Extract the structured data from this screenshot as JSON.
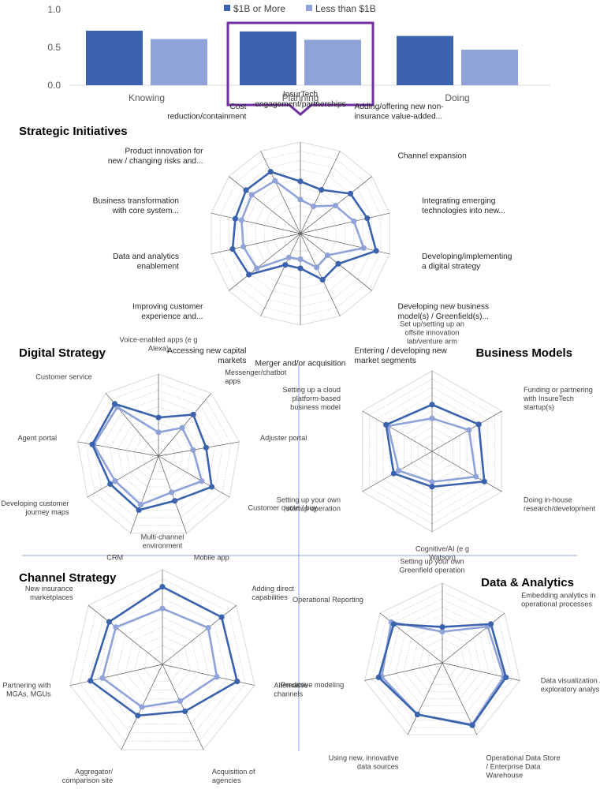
{
  "colors": {
    "large": "#3a62ad",
    "small": "#8fa3d8",
    "highlight": "#7030a0",
    "grid": "#d0d0d0",
    "divider": "#8eaadb"
  },
  "chart_data": [
    {
      "id": "top",
      "type": "bar",
      "categories": [
        "Knowing",
        "Planning",
        "Doing"
      ],
      "series": [
        {
          "name": "$1B or More",
          "values": [
            0.72,
            0.71,
            0.65
          ]
        },
        {
          "name": "Less than $1B",
          "values": [
            0.61,
            0.6,
            0.47
          ]
        }
      ],
      "yticks": [
        "0.0",
        "0.5",
        "1.0"
      ],
      "ylim": [
        0,
        1.0
      ],
      "highlight_category": "Planning",
      "legend": "top"
    },
    {
      "id": "strategic",
      "type": "radar",
      "title": "Strategic Initiatives",
      "categories": [
        [
          "InsurTech",
          "engagement/partnerships"
        ],
        [
          "Adding/offering new non-",
          "insurance value-added..."
        ],
        [
          "Channel expansion"
        ],
        [
          "Integrating emerging",
          "technologies into new..."
        ],
        [
          "Developing/implementing",
          "a digital strategy"
        ],
        [
          "Developing new business",
          "model(s) / Greenfield(s)..."
        ],
        [
          "Entering / developing new",
          "market segments"
        ],
        [
          "Merger and/or acquisition"
        ],
        [
          "Accessing new capital",
          "markets"
        ],
        [
          "Improving customer",
          "experience and..."
        ],
        [
          "Data and analytics",
          "enablement"
        ],
        [
          "Business transformation",
          "with core system..."
        ],
        [
          "Product innovation for",
          "new / changing risks and..."
        ],
        [
          "Cost",
          "reduction/containment"
        ]
      ],
      "series": [
        {
          "name": "$1B or More",
          "values": [
            0.57,
            0.53,
            0.7,
            0.75,
            0.85,
            0.53,
            0.56,
            0.38,
            0.38,
            0.72,
            0.76,
            0.73,
            0.76,
            0.75
          ]
        },
        {
          "name": "Less than $1B",
          "values": [
            0.37,
            0.33,
            0.49,
            0.6,
            0.71,
            0.38,
            0.41,
            0.28,
            0.29,
            0.61,
            0.64,
            0.66,
            0.68,
            0.64
          ]
        }
      ],
      "rmax": 1.0
    },
    {
      "id": "digital",
      "type": "radar",
      "title": "Digital Strategy",
      "categories": [
        [
          "Voice-enabled apps (e g",
          "Alexa)"
        ],
        [
          "Messenger/chatbot",
          "apps"
        ],
        [
          "Adjuster portal"
        ],
        [
          "Customer quote / buy"
        ],
        [
          "Mobile app"
        ],
        [
          "CRM"
        ],
        [
          "Developing customer",
          "journey maps"
        ],
        [
          "Agent portal"
        ],
        [
          "Customer service"
        ]
      ],
      "series": [
        {
          "name": "$1B or More",
          "values": [
            0.47,
            0.66,
            0.59,
            0.75,
            0.58,
            0.7,
            0.68,
            0.82,
            0.83
          ]
        },
        {
          "name": "Less than $1B",
          "values": [
            0.29,
            0.45,
            0.43,
            0.61,
            0.47,
            0.63,
            0.61,
            0.8,
            0.78
          ]
        }
      ],
      "rmax": 1.0
    },
    {
      "id": "business",
      "type": "radar",
      "title": "Business Models",
      "categories": [
        [
          "Set up/setting up an",
          "offsite innovation",
          "lab/venture arm"
        ],
        [
          "Funding or partnering",
          "with InsureTech",
          "startup(s)"
        ],
        [
          "Doing in-house",
          "research/development"
        ],
        [
          "Setting up your own",
          "Greenfield operation"
        ],
        [
          "Setting up your own",
          "startup operation"
        ],
        [
          "Setting up a cloud",
          "platform-based",
          "business model"
        ]
      ],
      "series": [
        {
          "name": "$1B or More",
          "values": [
            0.58,
            0.67,
            0.75,
            0.44,
            0.55,
            0.66
          ]
        },
        {
          "name": "Less than $1B",
          "values": [
            0.41,
            0.53,
            0.63,
            0.38,
            0.48,
            0.63
          ]
        }
      ],
      "rmax": 1.0
    },
    {
      "id": "channel",
      "type": "radar",
      "title": "Channel Strategy",
      "categories": [
        [
          "Multi-channel",
          "environment"
        ],
        [
          "Adding direct",
          "capabilities"
        ],
        [
          "Alternative",
          "channels"
        ],
        [
          "Acquisition of",
          "agencies"
        ],
        [
          "Aggregator/",
          "comparison site"
        ],
        [
          "Partnering with",
          "MGAs, MGUs"
        ],
        [
          "New insurance",
          "marketplaces"
        ]
      ],
      "series": [
        {
          "name": "$1B or More",
          "values": [
            0.82,
            0.8,
            0.81,
            0.55,
            0.6,
            0.78,
            0.72
          ]
        },
        {
          "name": "Less than $1B",
          "values": [
            0.59,
            0.62,
            0.59,
            0.43,
            0.5,
            0.65,
            0.63
          ]
        }
      ],
      "rmax": 1.0
    },
    {
      "id": "data",
      "type": "radar",
      "title": "Data & Analytics",
      "categories": [
        [
          "Cognitive/AI (e g",
          "Watson)"
        ],
        [
          "Embedding analytics in",
          "operational processes"
        ],
        [
          "Data visualization /",
          "exploratory analysis"
        ],
        [
          "Operational Data Store",
          "/ Enterprise Data",
          "Warehouse"
        ],
        [
          "Using new, innovative",
          "data sources"
        ],
        [
          "Predictive modeling"
        ],
        [
          "Operational Reporting"
        ]
      ],
      "series": [
        {
          "name": "$1B or More",
          "values": [
            0.45,
            0.78,
            0.82,
            0.87,
            0.72,
            0.82,
            0.78
          ]
        },
        {
          "name": "Less than $1B",
          "values": [
            0.39,
            0.73,
            0.79,
            0.86,
            0.72,
            0.78,
            0.82
          ]
        }
      ],
      "rmax": 1.0
    }
  ]
}
